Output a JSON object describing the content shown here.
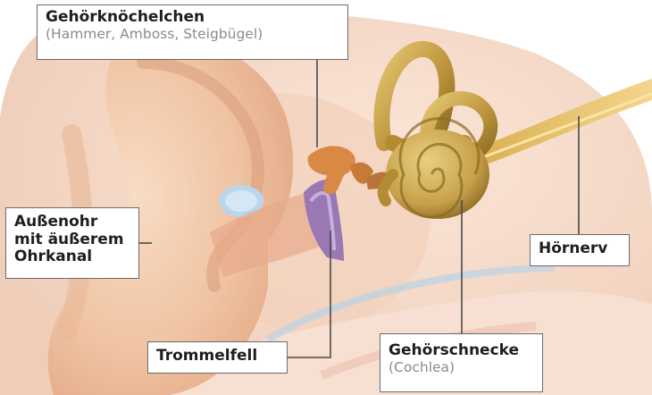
{
  "labels": {
    "ossicles": {
      "title": "Gehörknöchelchen",
      "subtitle": "(Hammer, Amboss, Steigbügel)"
    },
    "outer_ear": {
      "title": "Außenohr mit äußerem Ohrkanal"
    },
    "auditory_nerve": {
      "title": "Hörnerv"
    },
    "eardrum": {
      "title": "Trommelfell"
    },
    "cochlea": {
      "title": "Gehörschnecke",
      "subtitle": "(Cochlea)"
    }
  },
  "colors": {
    "skin": "#f3c9aa",
    "skin_shadow": "#d99c7a",
    "bone": "#c8a24a",
    "ossicle": "#d88a45",
    "eardrum": "#9a78b3",
    "nerve": "#e9c36e",
    "connector": "#4a4a4a"
  }
}
